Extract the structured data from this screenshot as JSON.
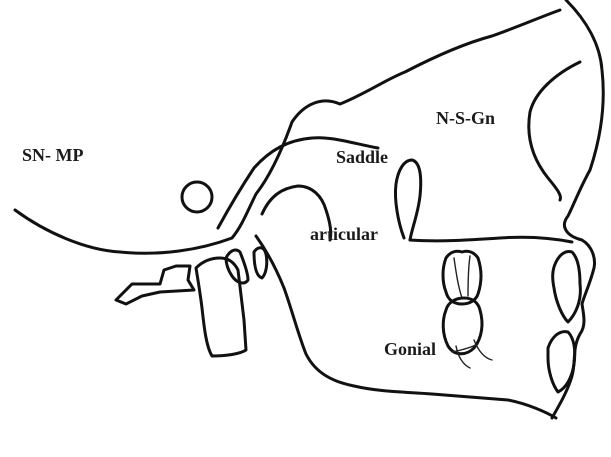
{
  "labels": {
    "sn_mp": "SN- MP",
    "n_s_gn": "N-S-Gn",
    "saddle": "Saddle",
    "articular": "articular",
    "gonial": "Gonial"
  },
  "colors": {
    "line": "#111111",
    "text": "#1a1a1a",
    "background": "#ffffff"
  }
}
